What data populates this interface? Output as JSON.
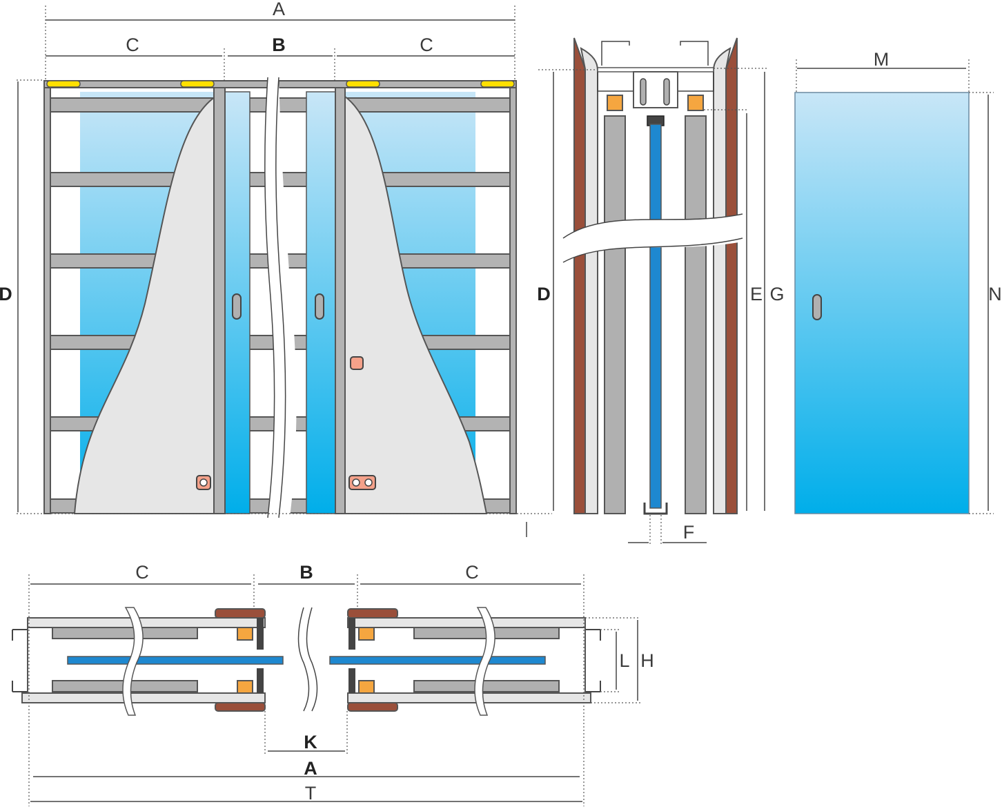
{
  "diagram": {
    "labels": {
      "A": "A",
      "B": "B",
      "C": "C",
      "D": "D",
      "E": "E",
      "F": "F",
      "G": "G",
      "H": "H",
      "K": "K",
      "L": "L",
      "M": "M",
      "N": "N",
      "T": "T"
    },
    "colors": {
      "glass_top": "#c8e6f7",
      "glass_bottom": "#00aeea",
      "frame": "#b3b3b3",
      "wall": "#e6e6e6",
      "wood": "#9a4f3a",
      "guide": "#f5a640",
      "roller": "#ffe000",
      "socket": "#f4a18a"
    },
    "icons": [
      "door-handle-icon",
      "electrical-socket-icon",
      "double-socket-icon",
      "switch-icon"
    ]
  }
}
